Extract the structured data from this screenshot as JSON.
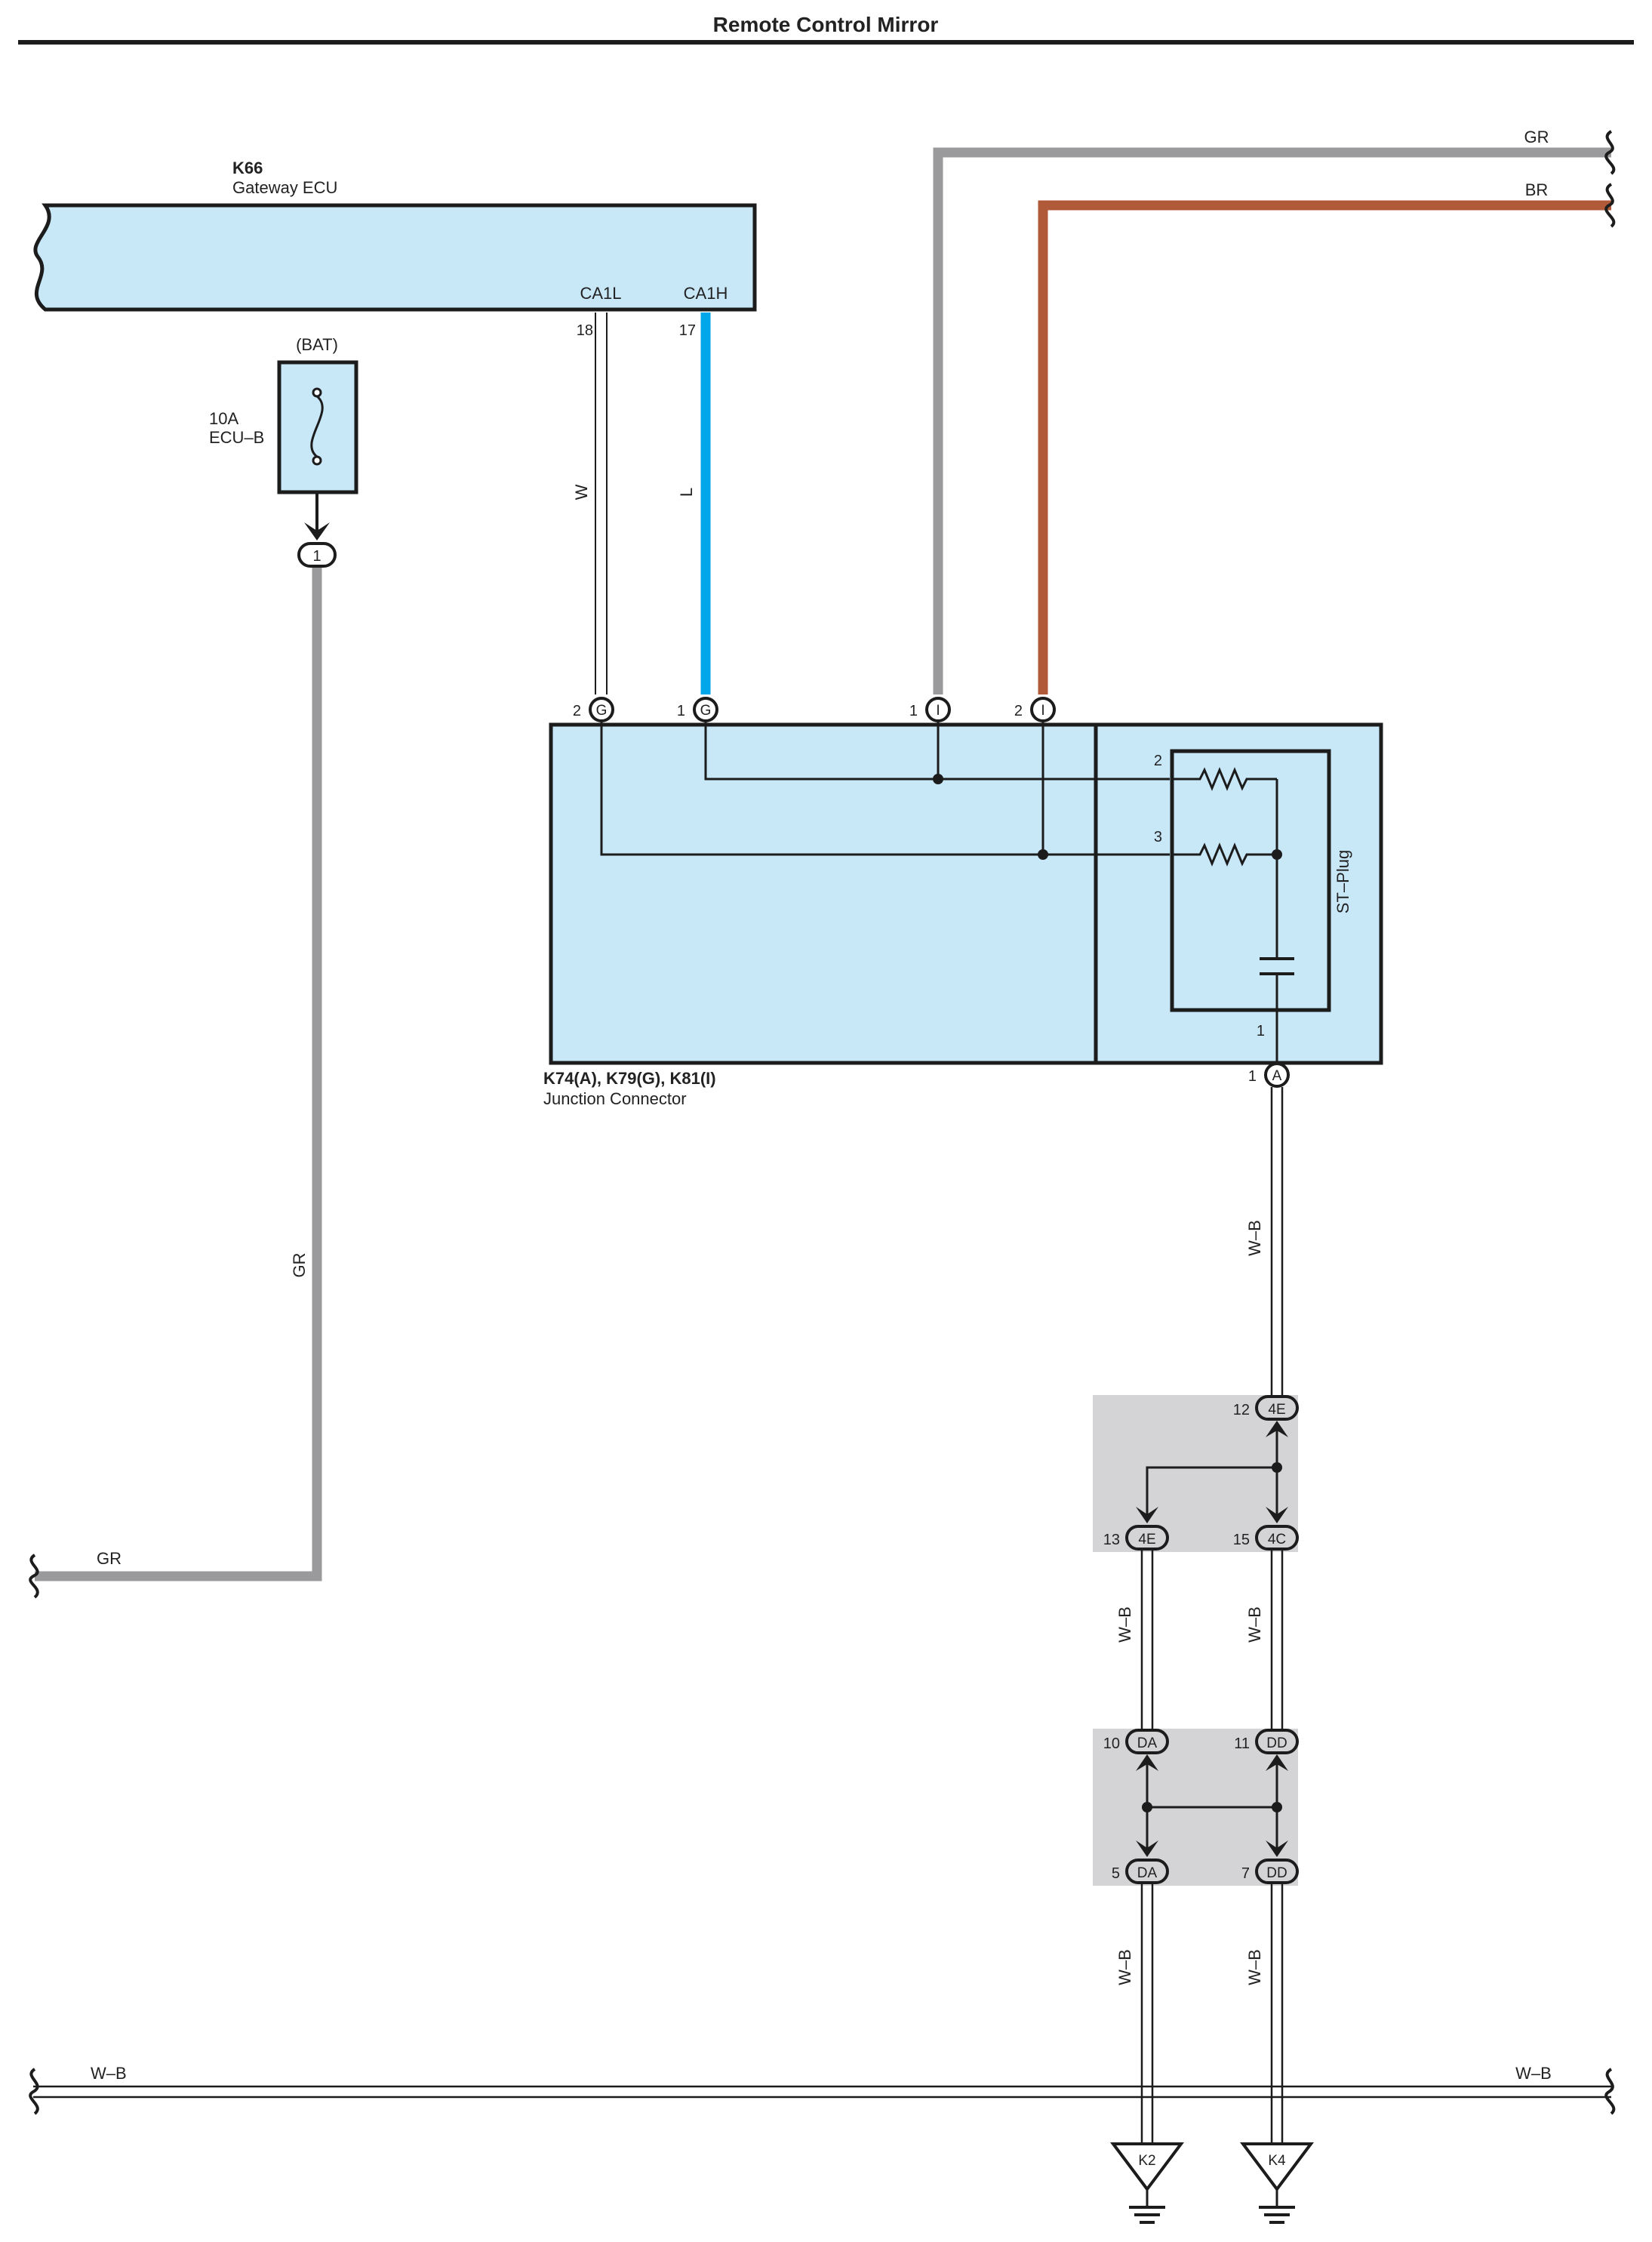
{
  "title": "Remote Control Mirror",
  "colors": {
    "ecu_fill": "#c8e8f8",
    "wire_gr": "#9a9a9c",
    "wire_br": "#b05a3a",
    "wire_l": "#00a6ea",
    "splice_bg": "#d4d4d6",
    "outline": "#1c1c1c"
  },
  "ecu": {
    "code": "K66",
    "name": "Gateway ECU",
    "pin_ca1l": "CA1L",
    "pin_ca1h": "CA1H",
    "pin_18": "18",
    "pin_17": "17"
  },
  "fuse": {
    "source": "(BAT)",
    "rating": "10A",
    "name": "ECU–B",
    "connector": "1"
  },
  "wires": {
    "w": "W",
    "l": "L",
    "gr": "GR",
    "br": "BR",
    "wb": "W–B"
  },
  "junction": {
    "codes": "K74(A), K79(G), K81(I)",
    "name": "Junction Connector",
    "st_plug": "ST–Plug",
    "pins": {
      "g2_num": "2",
      "g2": "G",
      "g1_num": "1",
      "g1": "G",
      "i1_num": "1",
      "i1": "I",
      "i2_num": "2",
      "i2": "I",
      "a1_num": "1",
      "a1": "A",
      "r2": "2",
      "r3": "3",
      "c1": "1"
    }
  },
  "splices": {
    "top": {
      "in_num": "12",
      "in": "4E",
      "left_num": "13",
      "left": "4E",
      "right_num": "15",
      "right": "4C"
    },
    "bottom": {
      "tl_num": "10",
      "tl": "DA",
      "tr_num": "11",
      "tr": "DD",
      "bl_num": "5",
      "bl": "DA",
      "br_num": "7",
      "br": "DD"
    }
  },
  "grounds": {
    "left": "K2",
    "right": "K4"
  }
}
